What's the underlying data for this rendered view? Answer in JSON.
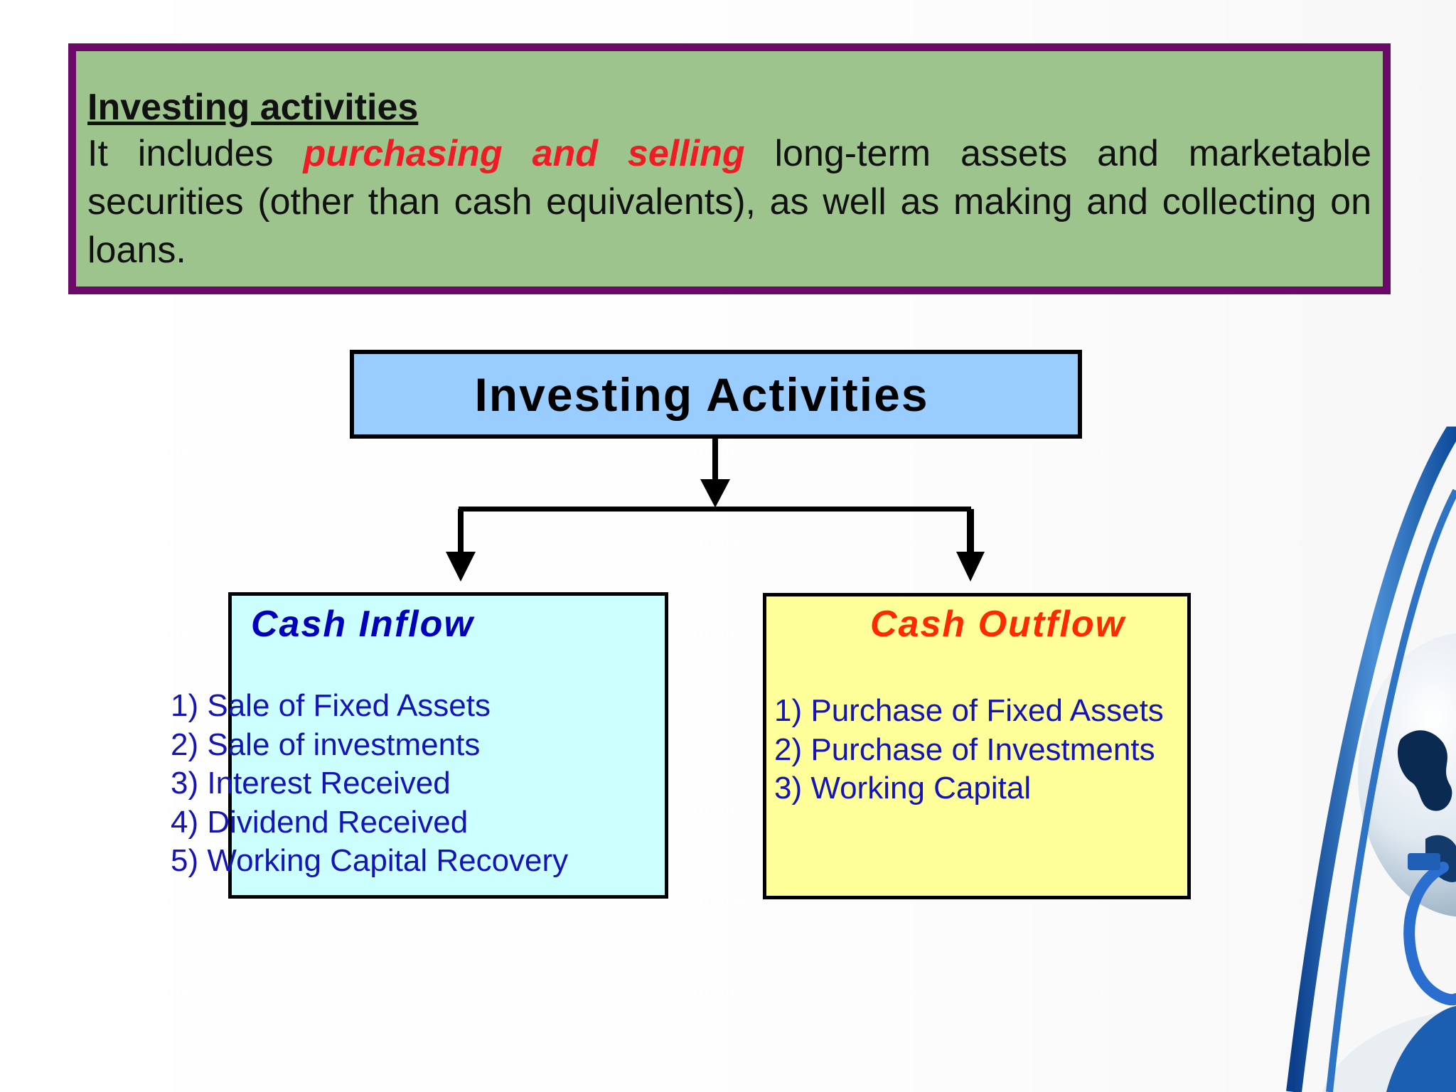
{
  "definition": {
    "title": "Investing activities",
    "text_before": "It includes ",
    "highlight": "purchasing and selling",
    "text_after": " long-term assets and marketable securities (other than cash equivalents), as well as making and collecting on loans."
  },
  "diagram": {
    "root_label": "Investing Activities",
    "inflow": {
      "heading": "Cash Inflow",
      "items": [
        "1) Sale of Fixed Assets",
        "2) Sale of investments",
        "3) Interest Received",
        "4) Dividend Received",
        "5) Working Capital Recovery"
      ]
    },
    "outflow": {
      "heading": "Cash Outflow",
      "items": [
        "1) Purchase of Fixed Assets",
        "2) Purchase of Investments",
        "3) Working Capital"
      ]
    }
  },
  "colors": {
    "definition_border": "#6b0a68",
    "definition_fill": "#9dc48c",
    "highlight_text": "#ee1c24",
    "root_fill": "#99ccff",
    "inflow_fill": "#ccffff",
    "outflow_fill": "#ffff99",
    "inflow_heading": "#0000bb",
    "outflow_heading": "#ff2a00",
    "list_text": "#1414b8"
  },
  "decoration": {
    "icon": "globe-icon"
  }
}
